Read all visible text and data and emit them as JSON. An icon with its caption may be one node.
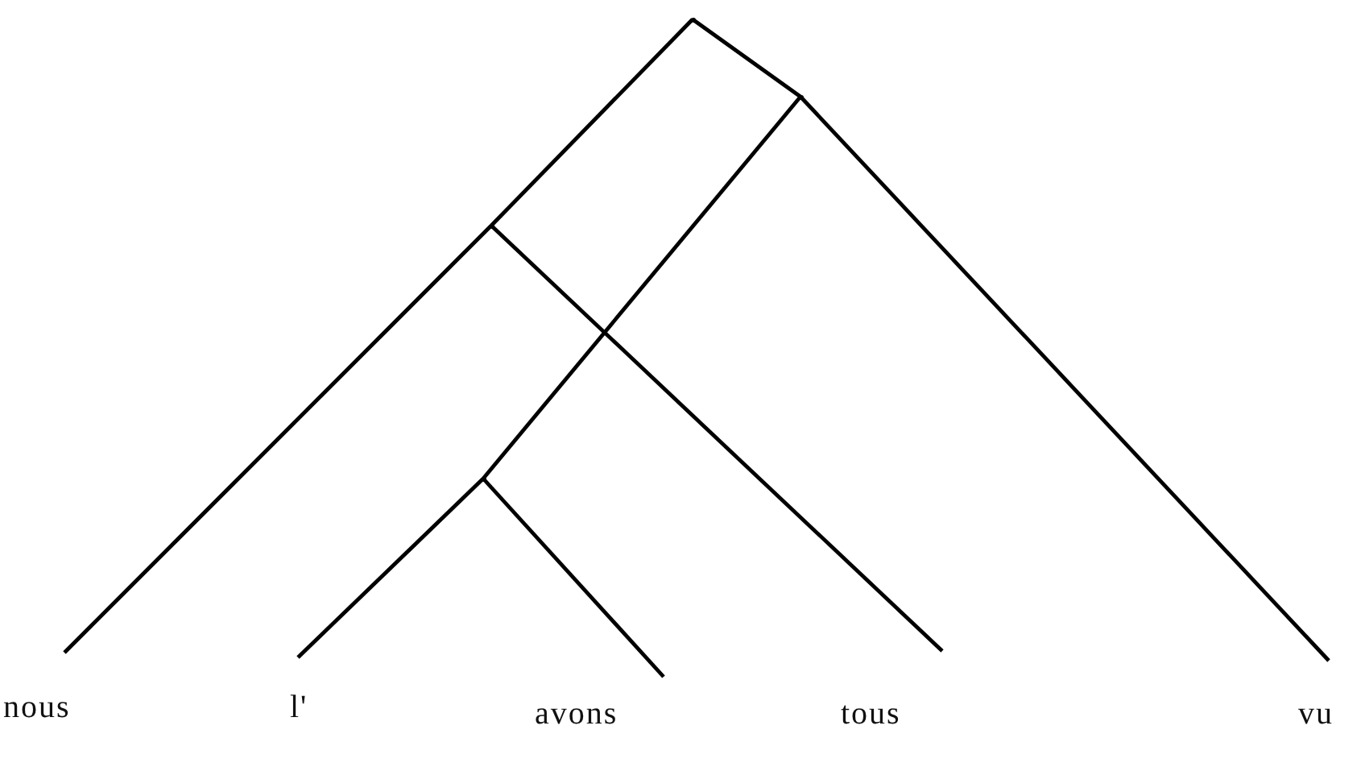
{
  "diagram": {
    "nodes": [
      {
        "text": [],
        "shape": "point"
      },
      {
        "text": [],
        "shape": "point"
      },
      {
        "text": [],
        "shape": "point"
      },
      {
        "text": [],
        "shape": "point"
      },
      {
        "text": [
          "nous"
        ]
      },
      {
        "text": [
          "l'"
        ]
      },
      {
        "text": [
          "avons"
        ]
      },
      {
        "text": [
          "tous"
        ]
      },
      {
        "text": [
          "vu"
        ]
      }
    ],
    "edges": [
      {
        "from": 0,
        "to": 1,
        "arrow": "none"
      },
      {
        "from": 1,
        "to": 4,
        "arrow": "none"
      },
      {
        "from": 0,
        "to": 2,
        "arrow": "none"
      },
      {
        "from": 2,
        "to": 8,
        "arrow": "none"
      },
      {
        "from": 1,
        "to": 7,
        "arrow": "none"
      },
      {
        "from": 2,
        "to": 3,
        "arrow": "none"
      },
      {
        "from": 3,
        "to": 5,
        "arrow": "none"
      },
      {
        "from": 3,
        "to": 6,
        "arrow": "none"
      }
    ]
  }
}
